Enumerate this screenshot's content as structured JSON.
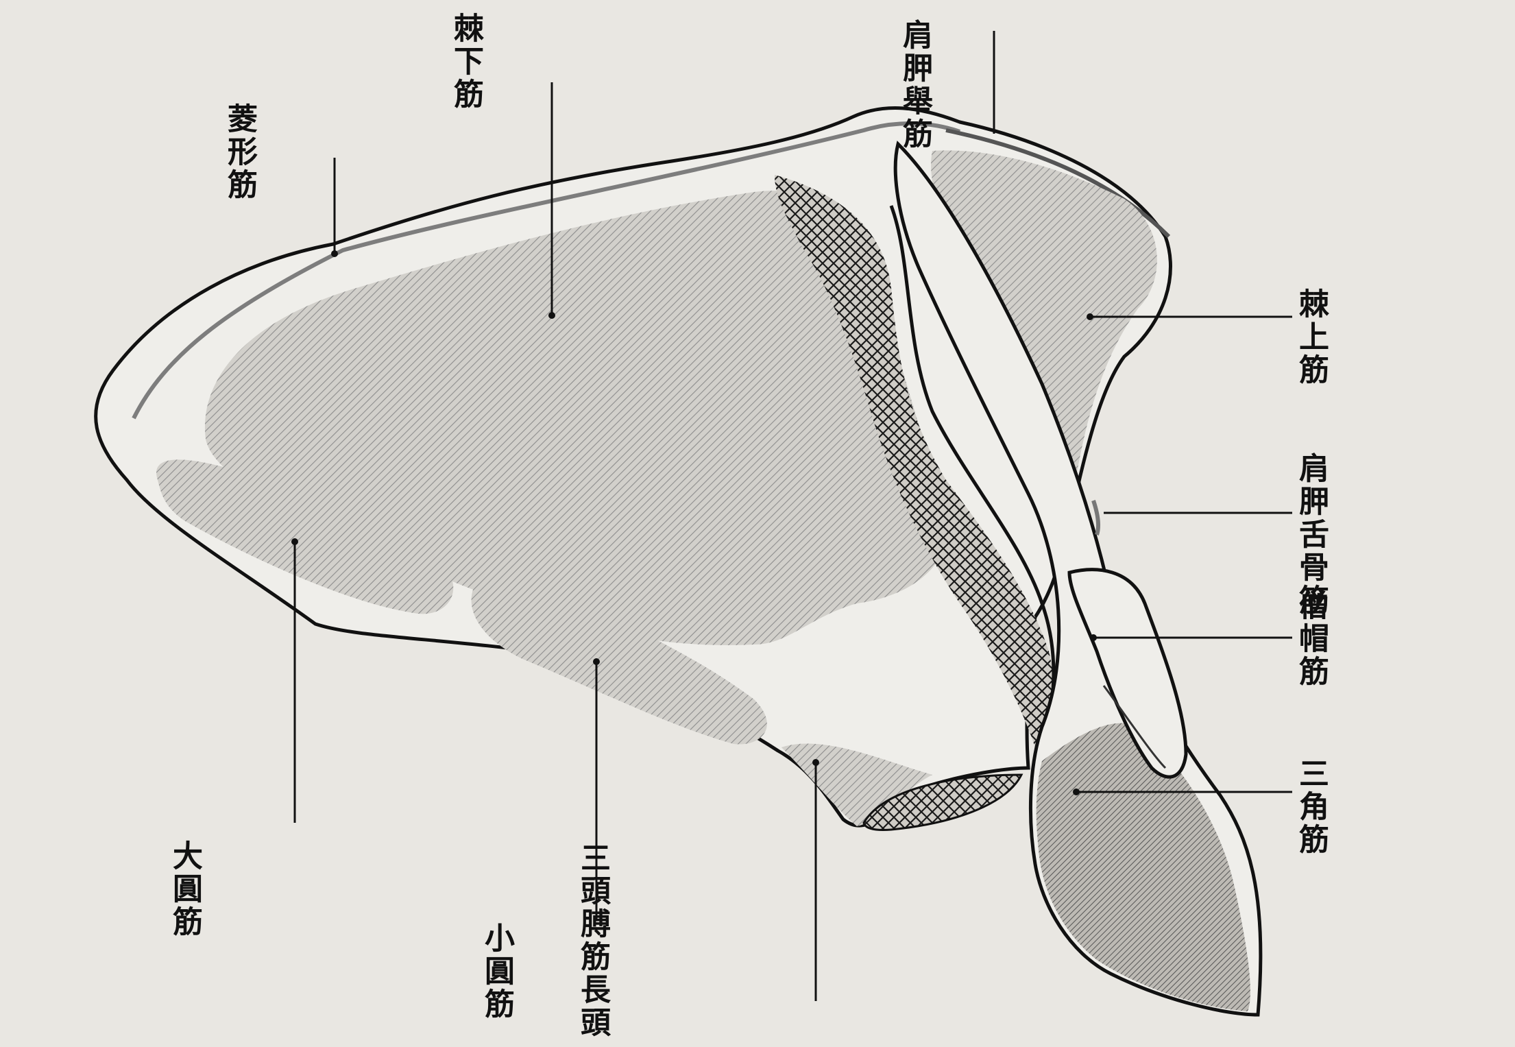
{
  "labels": {
    "levator_scapulae": "肩胛舉筋",
    "infraspinatus": "棘下筋",
    "rhomboid": "菱形筋",
    "supraspinatus": "棘上筋",
    "omohyoid": "肩胛舌骨筋",
    "trapezius": "僧帽筋",
    "deltoid": "三角筋",
    "teres_major": "大圓筋",
    "teres_minor": "小圓筋",
    "triceps_long_head": "三頭膊筋長頭"
  },
  "colors": {
    "paper": "#e9e7e2",
    "ink": "#111111",
    "shading": "#8d8d8d"
  }
}
